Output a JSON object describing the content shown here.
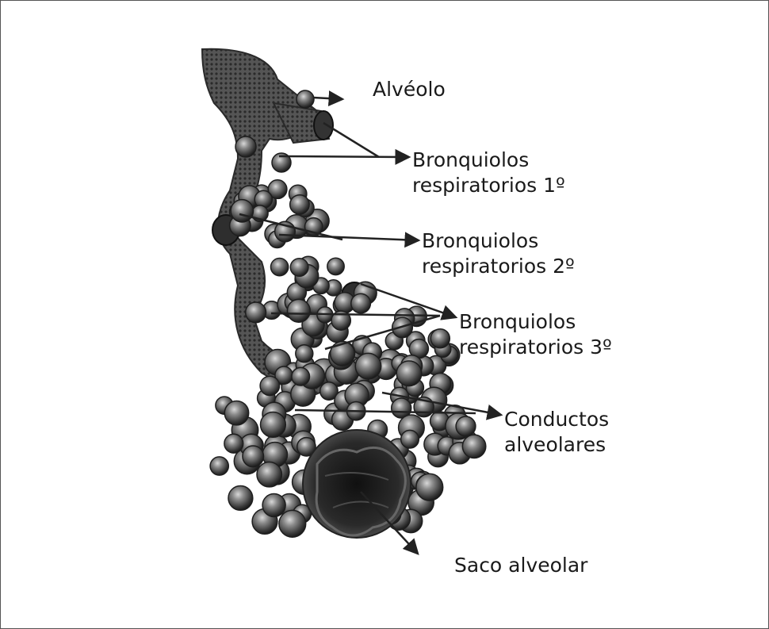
{
  "labels": {
    "alveolo": "Alvéolo",
    "bronq1": [
      "Bronquiolos",
      "respiratorios 1º"
    ],
    "bronq2": [
      "Bronquiolos",
      "respiratorios 2º"
    ],
    "bronq3": [
      "Bronquiolos",
      "respiratorios 3º"
    ],
    "conductos": [
      "Conductos",
      "alveolares"
    ],
    "saco": "Saco alveolar"
  }
}
